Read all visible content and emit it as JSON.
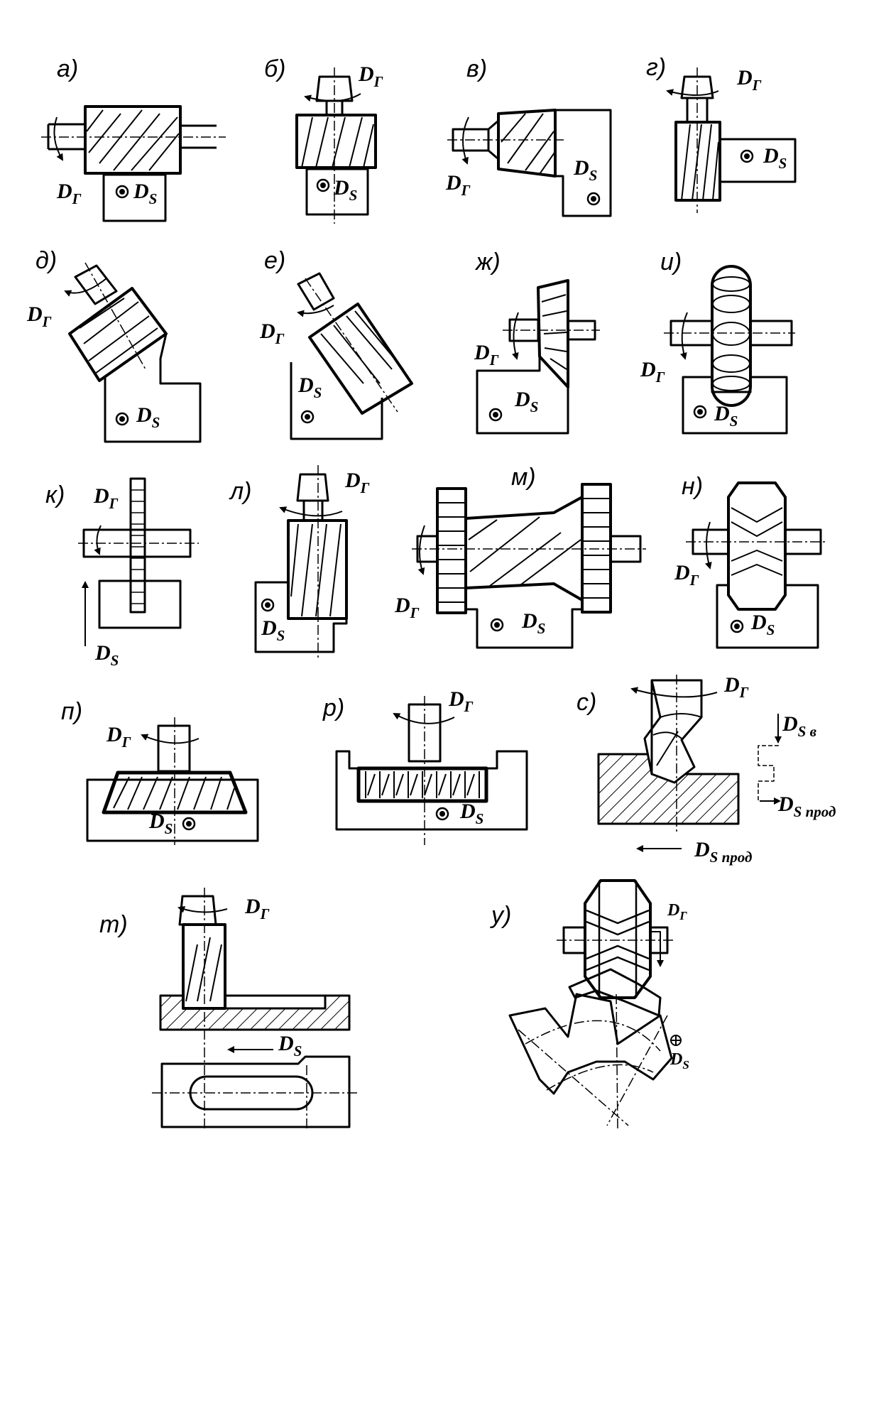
{
  "figure": {
    "panels": [
      {
        "id": "a",
        "label": "а)",
        "motion": "D",
        "motion_sub": "Г",
        "feed": "D",
        "feed_sub": "S"
      },
      {
        "id": "b",
        "label": "б)",
        "motion": "D",
        "motion_sub": "Г",
        "feed": "D",
        "feed_sub": "S"
      },
      {
        "id": "v",
        "label": "в)",
        "motion": "D",
        "motion_sub": "Г",
        "feed": "D",
        "feed_sub": "S"
      },
      {
        "id": "g",
        "label": "г)",
        "motion": "D",
        "motion_sub": "Г",
        "feed": "D",
        "feed_sub": "S"
      },
      {
        "id": "d",
        "label": "д)",
        "motion": "D",
        "motion_sub": "Г",
        "feed": "D",
        "feed_sub": "S"
      },
      {
        "id": "e",
        "label": "е)",
        "motion": "D",
        "motion_sub": "Г",
        "feed": "D",
        "feed_sub": "S"
      },
      {
        "id": "zh",
        "label": "ж)",
        "motion": "D",
        "motion_sub": "Г",
        "feed": "D",
        "feed_sub": "S"
      },
      {
        "id": "i",
        "label": "и)",
        "motion": "D",
        "motion_sub": "Г",
        "feed": "D",
        "feed_sub": "S"
      },
      {
        "id": "k",
        "label": "к)",
        "motion": "D",
        "motion_sub": "Г",
        "feed": "D",
        "feed_sub": "S"
      },
      {
        "id": "l",
        "label": "л)",
        "motion": "D",
        "motion_sub": "Г",
        "feed": "D",
        "feed_sub": "S"
      },
      {
        "id": "m",
        "label": "м)",
        "motion": "D",
        "motion_sub": "Г",
        "feed": "D",
        "feed_sub": "S"
      },
      {
        "id": "n",
        "label": "н)",
        "motion": "D",
        "motion_sub": "Г",
        "feed": "D",
        "feed_sub": "S"
      },
      {
        "id": "p",
        "label": "п)",
        "motion": "D",
        "motion_sub": "Г",
        "feed": "D",
        "feed_sub": "S"
      },
      {
        "id": "r",
        "label": "р)",
        "motion": "D",
        "motion_sub": "Г",
        "feed": "D",
        "feed_sub": "S"
      },
      {
        "id": "s",
        "label": "с)",
        "motion": "D",
        "motion_sub": "Г",
        "feed_v": "D",
        "feed_v_sub": "S в",
        "feed_p": "D",
        "feed_p_sub": "S прод",
        "feed_p2": "D",
        "feed_p2_sub": "S прод"
      },
      {
        "id": "t",
        "label": "т)",
        "motion": "D",
        "motion_sub": "Г",
        "feed": "D",
        "feed_sub": "S"
      },
      {
        "id": "u",
        "label": "у)",
        "motion": "D",
        "motion_sub": "Г",
        "feed": "D",
        "feed_sub": "S"
      }
    ]
  },
  "colors": {
    "ink": "#000000",
    "paper": "#ffffff"
  }
}
